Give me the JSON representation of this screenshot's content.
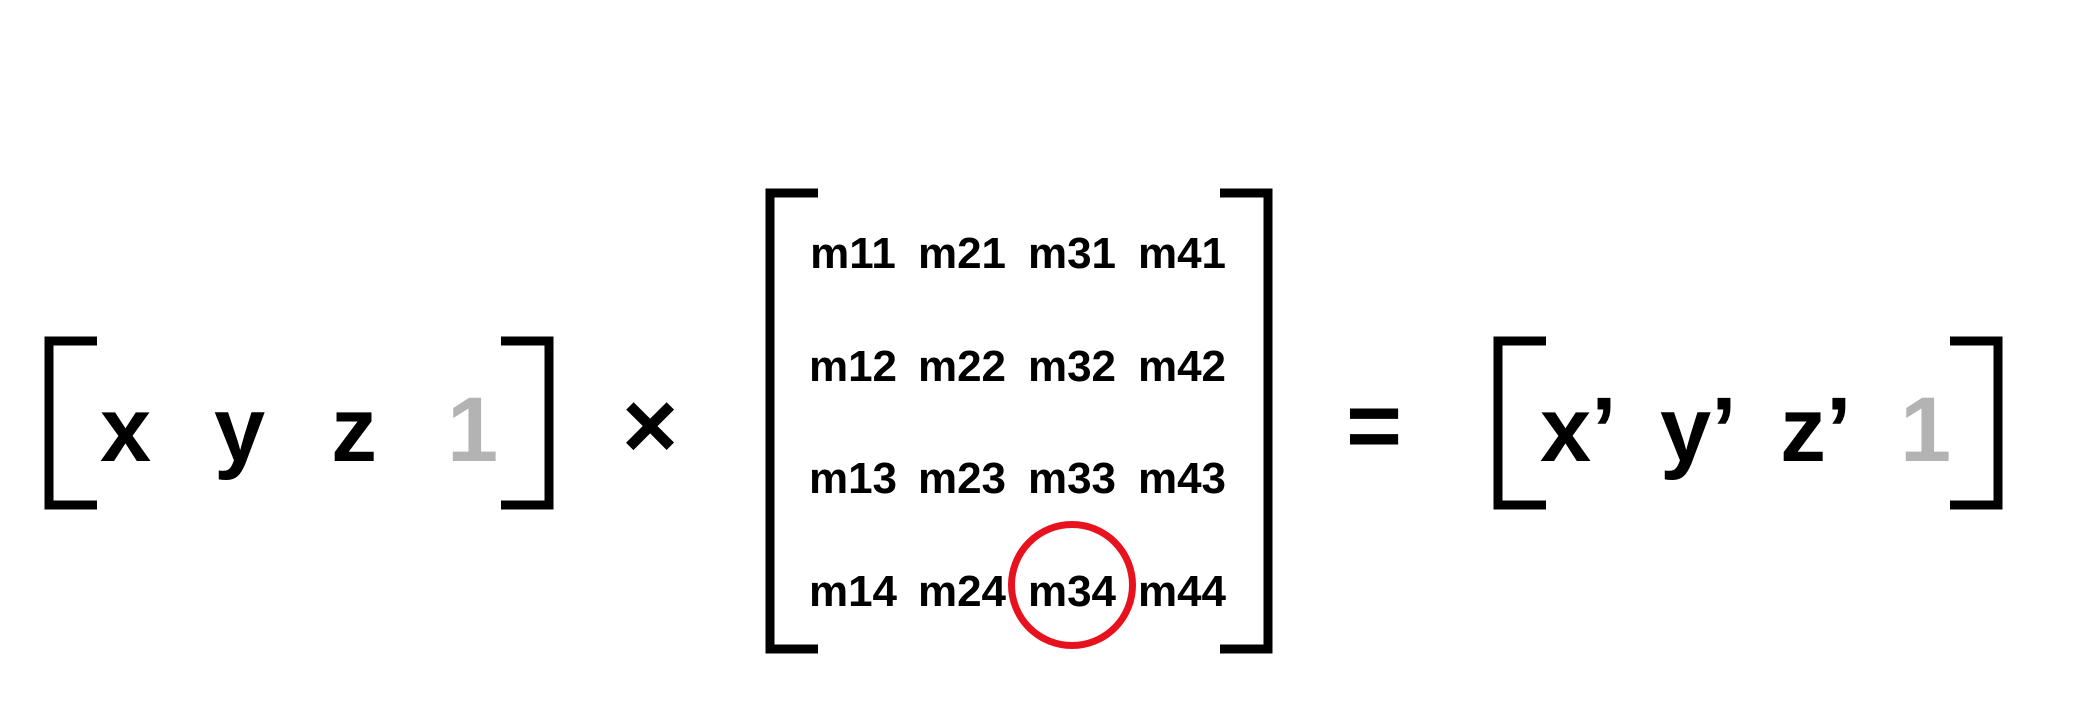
{
  "input_vector": [
    {
      "text": "x",
      "dim": false
    },
    {
      "text": "y",
      "dim": false
    },
    {
      "text": "z",
      "dim": false
    },
    {
      "text": "1",
      "dim": true
    }
  ],
  "multiply_symbol": "×",
  "matrix": [
    [
      "m11",
      "m21",
      "m31",
      "m41"
    ],
    [
      "m12",
      "m22",
      "m32",
      "m42"
    ],
    [
      "m13",
      "m23",
      "m33",
      "m43"
    ],
    [
      "m14",
      "m24",
      "m34",
      "m44"
    ]
  ],
  "highlighted_cell": "m34",
  "equals_symbol": "=",
  "output_vector": [
    {
      "text": "x’",
      "dim": false
    },
    {
      "text": "y’",
      "dim": false
    },
    {
      "text": "z’",
      "dim": false
    },
    {
      "text": "1",
      "dim": true
    }
  ],
  "colors": {
    "text": "#000000",
    "dimmed": "#b3b3b3",
    "highlight": "#e8121f"
  }
}
